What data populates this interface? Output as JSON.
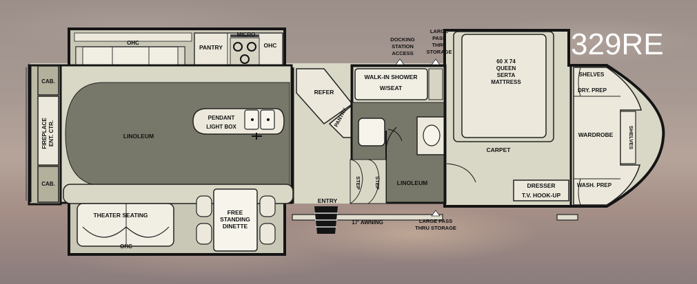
{
  "model": "329RE",
  "labels": {
    "ohc_top": "OHC",
    "pantry_top": "PANTRY",
    "micro": "MICRO",
    "ohc_kitchen": "OHC",
    "docking_l1": "DOCKING",
    "docking_l2": "STATION",
    "docking_l3": "ACCESS",
    "lp_top_l1": "LARGE",
    "lp_top_l2": "PASS",
    "lp_top_l3": "THRU",
    "lp_top_l4": "STORAGE",
    "cab_top": "CAB.",
    "cab_bottom": "CAB.",
    "fireplace": "FIREPLACE",
    "ent_ctr": "ENT. CTR.",
    "linoleum_main": "LINOLEUM",
    "pendant_l1": "PENDANT",
    "pendant_l2": "LIGHT BOX",
    "refer": "REFER",
    "pantry_side": "PANTRY",
    "shower_l1": "WALK-IN SHOWER",
    "shower_l2": "W/SEAT",
    "step_1": "STEP",
    "step_2": "STEP",
    "linoleum_bath": "LINOLEUM",
    "bed_l1": "60 X 74",
    "bed_l2": "QUEEN",
    "bed_l3": "SERTA",
    "bed_l4": "MATTRESS",
    "carpet": "CARPET",
    "dresser_l1": "DRESSER",
    "dresser_l2": "T.V. HOOK-UP",
    "shelves_top": "SHELVES",
    "dry_prep": "DRY. PREP",
    "wardrobe": "WARDROBE",
    "shelves_side": "SHELVES",
    "wash_prep": "WASH. PREP",
    "theater": "THEATER SEATING",
    "ohc_bottom": "OHC",
    "dinette_l1": "FREE",
    "dinette_l2": "STANDING",
    "dinette_l3": "DINETTE",
    "entry": "ENTRY",
    "awning": "17' AWNING",
    "lp_bottom_l1": "LARGE PASS",
    "lp_bottom_l2": "THRU STORAGE"
  },
  "colors": {
    "wall": "#141414",
    "floor_linoleum": "#78786a",
    "floor_carpet": "#d9d8c6",
    "counter": "#ece9dc",
    "cabinet": "#b3b09c",
    "slideout": "#c9c7b6"
  }
}
